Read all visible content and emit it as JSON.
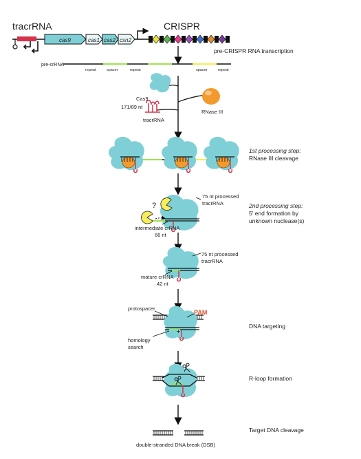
{
  "header": {
    "tracr_title": "tracrRNA",
    "crispr_title": "CRISPR",
    "genes": [
      "cas9",
      "cas1",
      "cas2",
      "csn2"
    ]
  },
  "colors": {
    "cas9": "#7fd0d6",
    "rnase": "#f39a2e",
    "tracr": "#d6324a",
    "spacer_green": "#9be34f",
    "spacer_yellow": "#f2f04a",
    "nuclease": "#f6ee5a",
    "pam": "#e8502f",
    "spacers": [
      "#f0e040",
      "#54b948",
      "#e83a8b",
      "#9b4dc1",
      "#3f6fd4",
      "#e88a2c",
      "#7a3a9a"
    ]
  },
  "steps": {
    "transcription": "pre-CRISPR RNA transcription",
    "step1_title": "1st processing step:",
    "step1_desc": "RNase III cleavage",
    "step2_title": "2nd processing step:",
    "step2_desc1": "5' end formation by",
    "step2_desc2": "unknown nuclease(s)",
    "targeting": "DNA targeting",
    "rloop": "R-loop formation",
    "cleavage": "Target DNA cleavage"
  },
  "labels": {
    "pre_crrna": "pre-crRNA",
    "repeat": "repeat",
    "spacer": "spacer",
    "cas9": "Cas9",
    "rnase3": "RNase III",
    "nt_17189": "171/89 nt",
    "tracrrna": "tracrRNA",
    "processed_75a": "75 nt processed",
    "processed_75b": "tracrRNA",
    "question": "?",
    "intermediate": "intermediate crRNA",
    "intermediate_nt": "66 nt",
    "mature": "mature crRNA",
    "mature_nt": "42 nt",
    "protospacer": "protospacer",
    "pam": "PAM",
    "homology1": "homology",
    "homology2": "search",
    "dsb": "double-stranded DNA break (DSB)"
  }
}
